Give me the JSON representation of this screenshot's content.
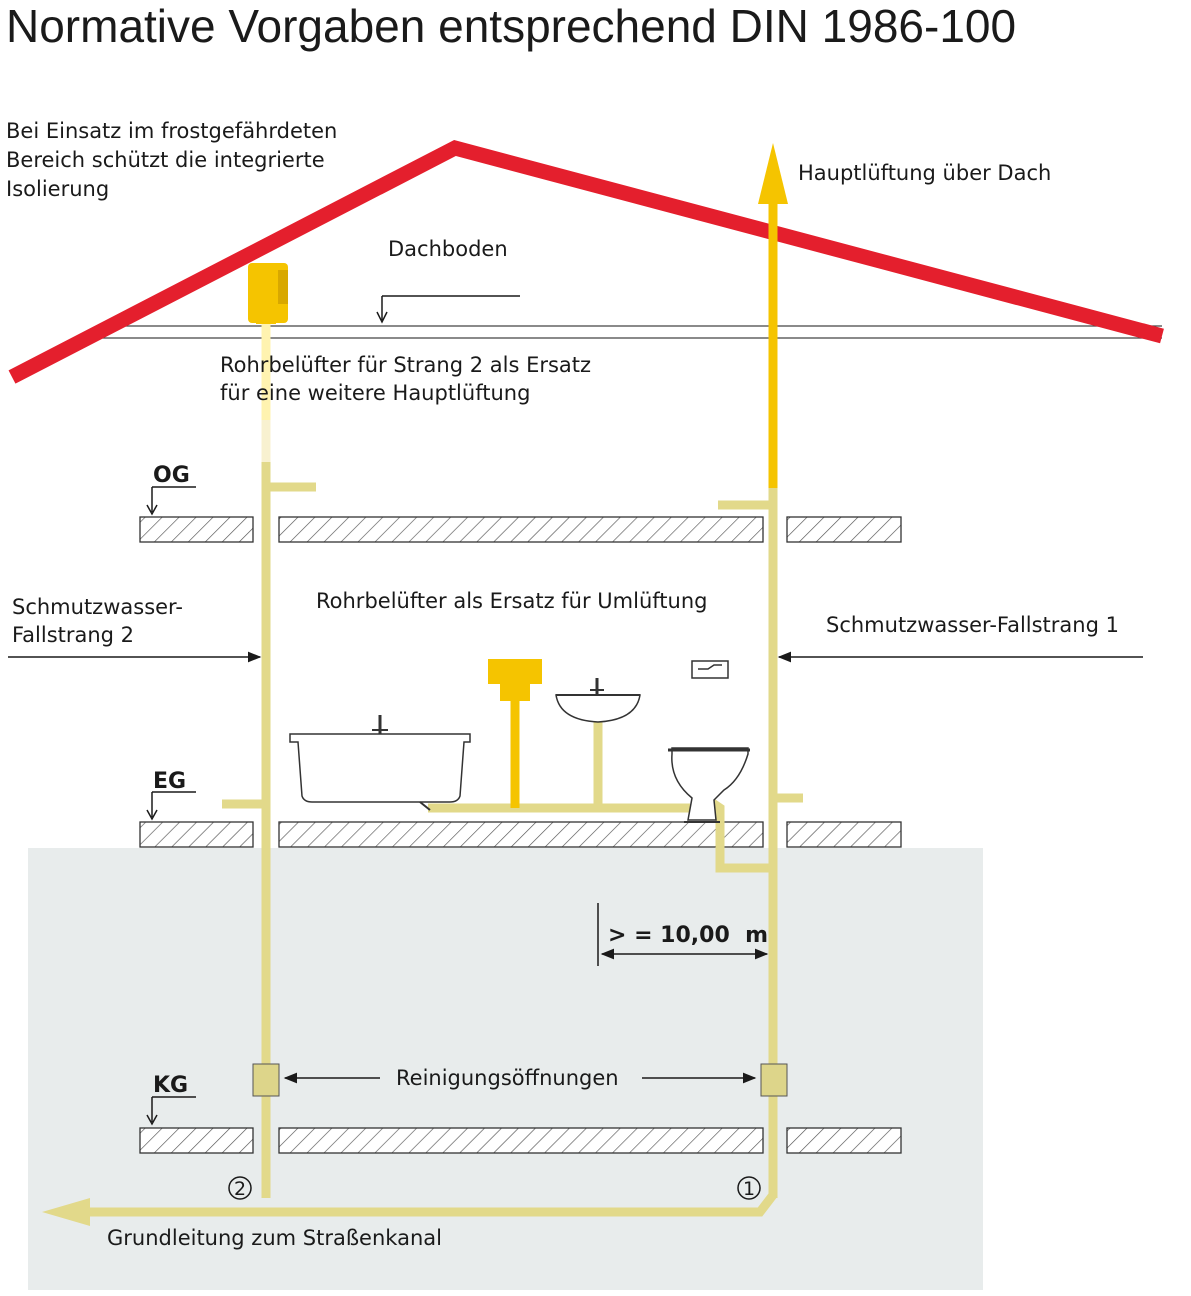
{
  "title": "Normative Vorgaben entsprechend DIN 1986-100",
  "labels": {
    "frost_line1": "Bei Einsatz im frostgefährdeten",
    "frost_line2": "Bereich schützt die integrierte",
    "frost_line3": "Isolierung",
    "dachboden": "Dachboden",
    "hauptlueftung": "Hauptlüftung über Dach",
    "rohrbeluefter_line1": "Rohrbelüfter für Strang 2 als Ersatz",
    "rohrbeluefter_line2": "für eine weitere Hauptlüftung",
    "og": "OG",
    "eg": "EG",
    "kg": "KG",
    "fallstrang2_line1": "Schmutzwasser-",
    "fallstrang2_line2": "Fallstrang 2",
    "umlueftung": "Rohrbelüfter als Ersatz für Umlüftung",
    "fallstrang1": "Schmutzwasser-Fallstrang 1",
    "distance": "> = 10,00  m",
    "reinigung": "Reinigungsöffnungen",
    "strang2_num": "2",
    "strang1_num": "1",
    "grundleitung": "Grundleitung zum Straßenkanal"
  },
  "colors": {
    "roof": "#e41f2d",
    "pipe": "#e2d98a",
    "vent": "#f5c400",
    "ground": "#e8ecec"
  }
}
